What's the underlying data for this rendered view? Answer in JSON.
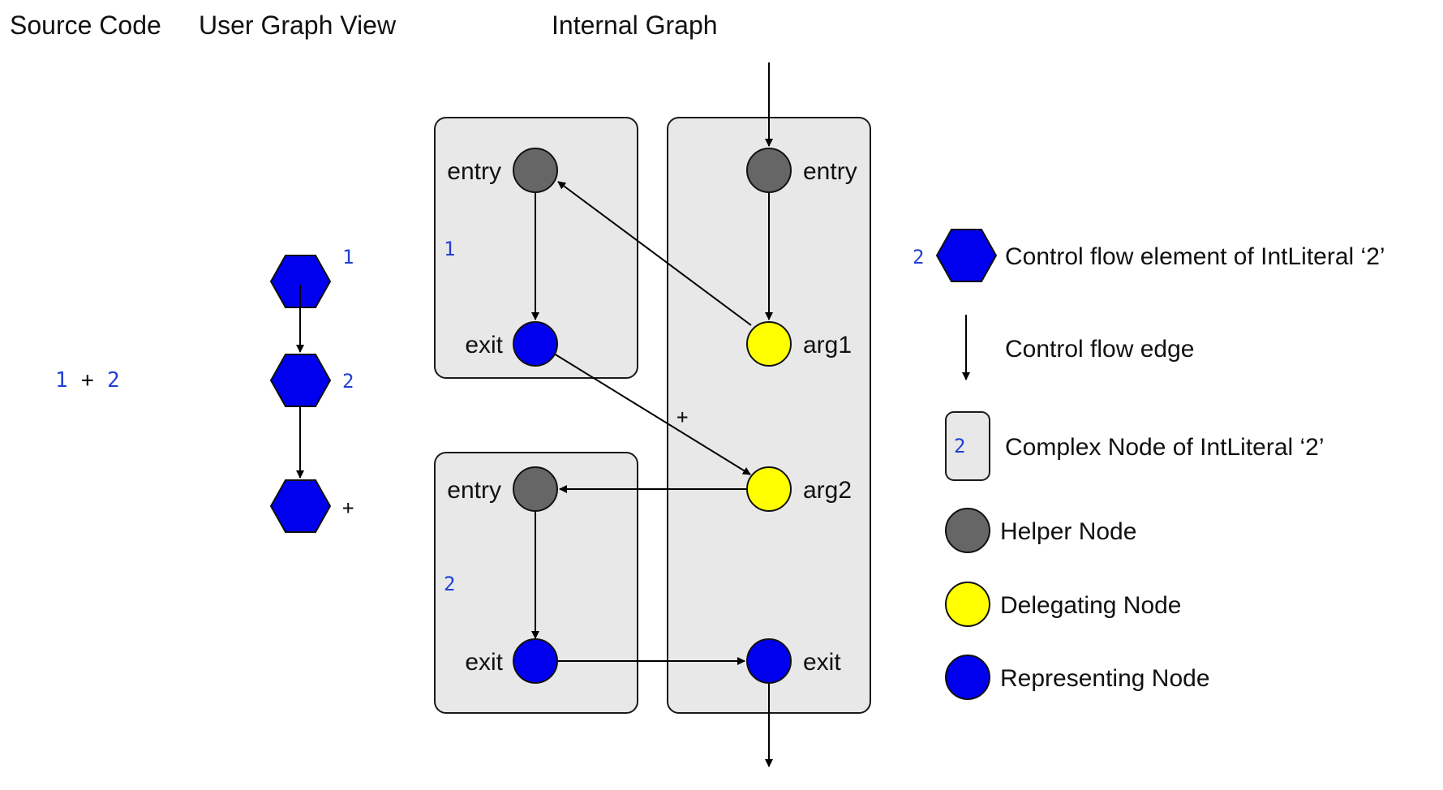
{
  "headers": {
    "source_code": "Source Code",
    "user_graph_view": "User Graph View",
    "internal_graph": "Internal Graph"
  },
  "source_code": {
    "left_literal": "1",
    "operator": "+",
    "right_literal": "2"
  },
  "user_graph": {
    "nodes": [
      {
        "label": "1"
      },
      {
        "label": "2"
      },
      {
        "label": "+"
      }
    ]
  },
  "internal_graph": {
    "box_1": {
      "tag": "1",
      "entry_label": "entry",
      "exit_label": "exit"
    },
    "box_2": {
      "tag": "2",
      "entry_label": "entry",
      "exit_label": "exit"
    },
    "box_plus": {
      "tag": "+",
      "entry_label": "entry",
      "arg1_label": "arg1",
      "arg2_label": "arg2",
      "exit_label": "exit"
    }
  },
  "legend": {
    "cf_element_tag": "2",
    "cf_element_label": "Control flow element of IntLiteral ‘2’",
    "cf_edge_label": "Control flow edge",
    "complex_node_tag": "2",
    "complex_node_label": "Complex Node of IntLiteral ‘2’",
    "helper_node_label": "Helper Node",
    "delegating_node_label": "Delegating Node",
    "representing_node_label": "Representing Node"
  },
  "colors": {
    "representing": "#0000ee",
    "helper": "#666666",
    "delegating": "#ffff00",
    "box_fill": "#e8e8e8",
    "code_text": "#1f3fd6"
  }
}
